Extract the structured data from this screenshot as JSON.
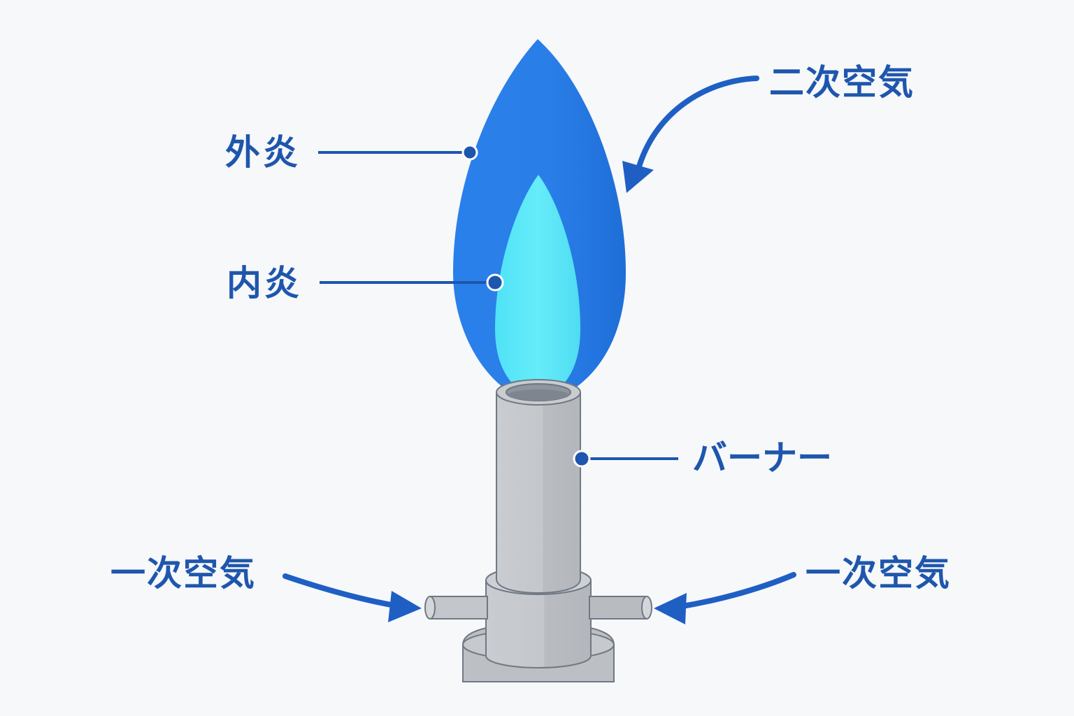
{
  "labels": {
    "outer_flame": "外炎",
    "inner_flame": "内炎",
    "secondary_air": "二次空気",
    "burner": "バーナー",
    "primary_air_left": "一次空気",
    "primary_air_right": "一次空気"
  },
  "colors": {
    "background": "#f6f8fa",
    "label_text": "#1f56ad",
    "outer_flame": "#2a7ee8",
    "inner_flame": "#5ee8f8",
    "burner_metal": "#bfc3c8",
    "burner_outline": "#707883",
    "arrow": "#1f5fc4"
  }
}
